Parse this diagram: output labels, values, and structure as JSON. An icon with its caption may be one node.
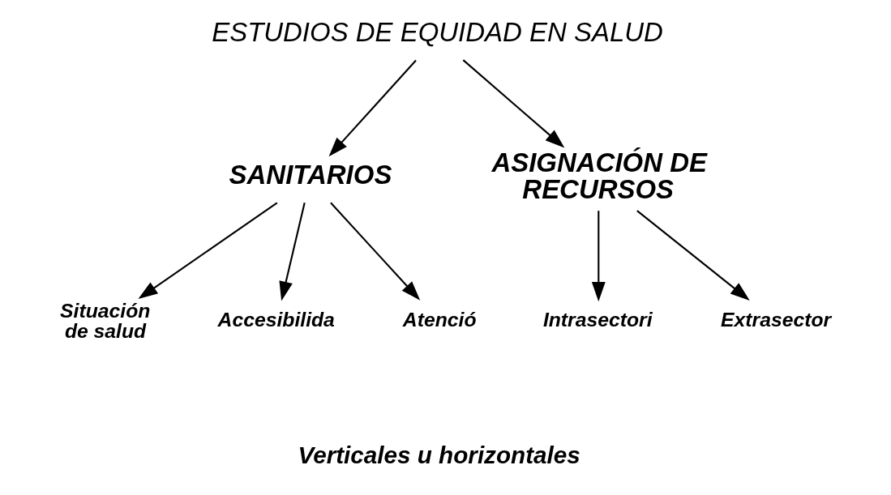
{
  "diagram": {
    "nodes": [
      {
        "text": [
          "ESTUDIOS DE EQUIDAD EN SALUD"
        ]
      },
      {
        "text": [
          "SANITARIOS"
        ]
      },
      {
        "text": [
          "ASIGNACIÓN DE RECURSOS"
        ]
      },
      {
        "text": [
          "Situación de salud"
        ]
      },
      {
        "text": [
          "Accesibilida"
        ]
      },
      {
        "text": [
          "Atenció"
        ]
      },
      {
        "text": [
          "Intrasectori"
        ]
      },
      {
        "text": [
          "Extrasector"
        ]
      }
    ],
    "edges": [
      {
        "from": 0,
        "to": 1,
        "arrow": "to"
      },
      {
        "from": 0,
        "to": 2,
        "arrow": "to"
      },
      {
        "from": 1,
        "to": 3,
        "arrow": "to"
      },
      {
        "from": 1,
        "to": 4,
        "arrow": "to"
      },
      {
        "from": 1,
        "to": 5,
        "arrow": "to"
      },
      {
        "from": 2,
        "to": 6,
        "arrow": "to"
      },
      {
        "from": 2,
        "to": 7,
        "arrow": "to"
      }
    ],
    "labels": [
      "Verticales u horizontales"
    ]
  }
}
